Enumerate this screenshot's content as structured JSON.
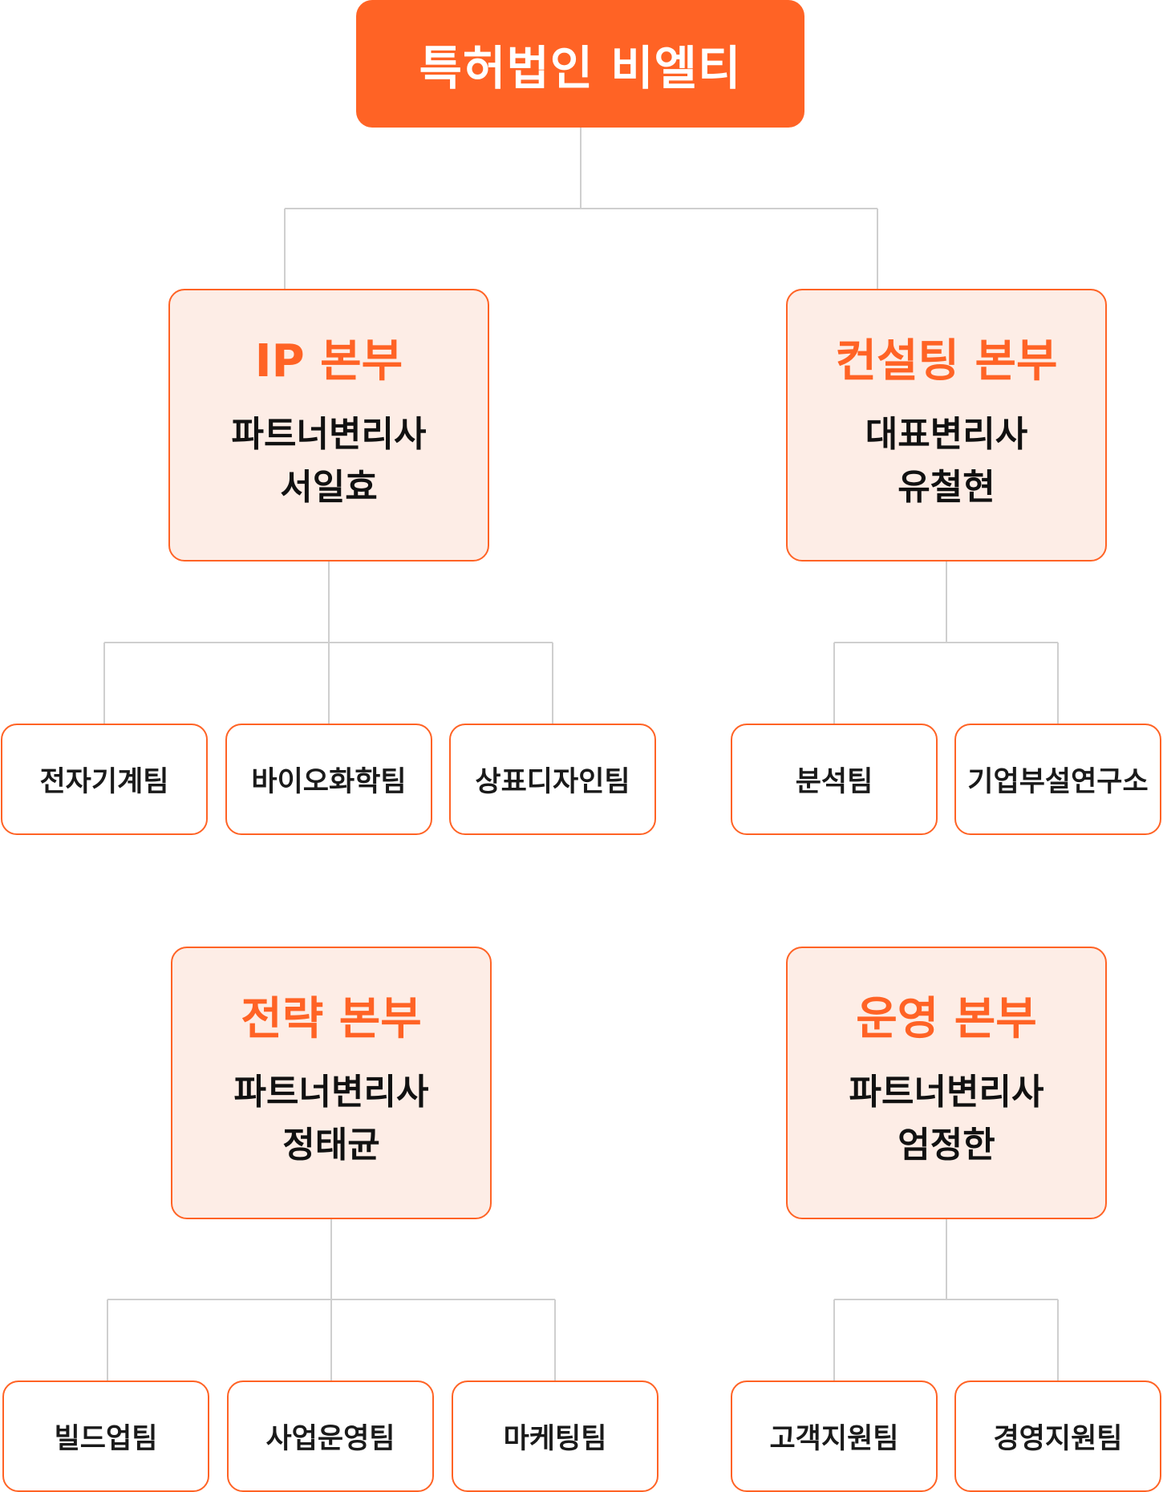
{
  "org": {
    "root": "특허법인 비엘티",
    "divisions": [
      {
        "name": "IP 본부",
        "title": "파트너변리사",
        "person": "서일효",
        "teams": [
          "전자기계팀",
          "바이오화학팀",
          "상표디자인팀"
        ]
      },
      {
        "name": "컨설팅 본부",
        "title": "대표변리사",
        "person": "유철현",
        "teams": [
          "분석팀",
          "기업부설연구소"
        ]
      },
      {
        "name": "전략 본부",
        "title": "파트너변리사",
        "person": "정태균",
        "teams": [
          "빌드업팀",
          "사업운영팀",
          "마케팅팀"
        ]
      },
      {
        "name": "운영 본부",
        "title": "파트너변리사",
        "person": "엄정한",
        "teams": [
          "고객지원팀",
          "경영지원팀"
        ]
      }
    ]
  },
  "colors": {
    "accent": "#ff6325",
    "division_fill": "#fdede6",
    "connector": "#cfcfcf",
    "text": "#111111"
  }
}
